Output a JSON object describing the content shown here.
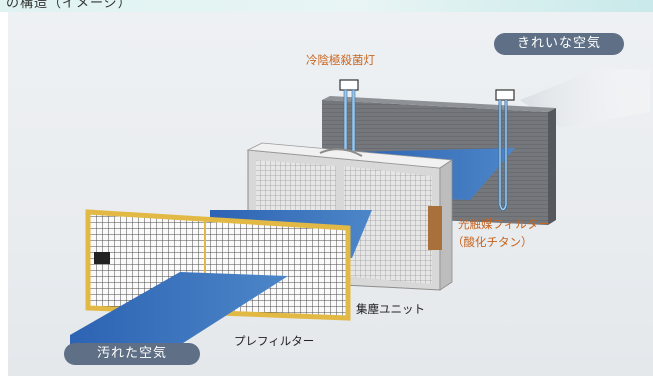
{
  "header": {
    "caption": "の構造（イメージ）"
  },
  "labels": {
    "clean_air": "きれいな空気",
    "cold_cathode_lamp": "冷陰極殺菌灯",
    "photocatalyst_filter": "光触媒フィルター",
    "titanium_oxide": "（酸化チタン）",
    "dust_unit": "集塵ユニット",
    "pre_filter": "プレフィルター",
    "dirty_air": "汚れた空気"
  },
  "colors": {
    "label_orange": "#c8641e",
    "pill_fill": "#5f6f86",
    "filter_frame": "#e3b945",
    "air_flow_blue": "#4f74a8",
    "back_panel": "#6f7276"
  }
}
